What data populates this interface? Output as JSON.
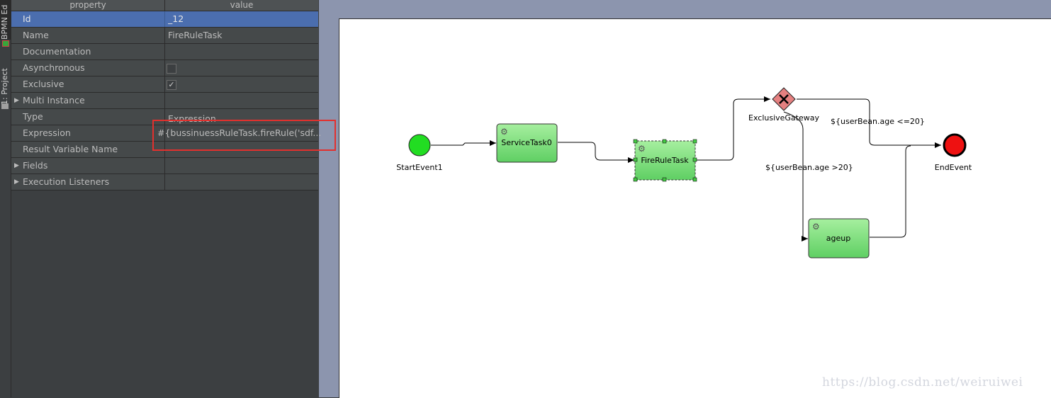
{
  "sidebar": {
    "tabs": [
      {
        "label": "BPMN Ed"
      },
      {
        "label": "1: Project"
      }
    ]
  },
  "properties": {
    "headers": [
      "property",
      "value"
    ],
    "rows": [
      {
        "name": "Id",
        "value": "_12"
      },
      {
        "name": "Name",
        "value": "FireRuleTask"
      },
      {
        "name": "Documentation",
        "value": ""
      },
      {
        "name": "Asynchronous",
        "checked": false
      },
      {
        "name": "Exclusive",
        "checked": true,
        "check_mark": "✓"
      },
      {
        "name": "Multi Instance",
        "expandable": true
      },
      {
        "name": "Type",
        "value": "Expression"
      },
      {
        "name": "Expression",
        "value": "#{bussinuessRuleTask.fireRule('sdf..."
      },
      {
        "name": "Result Variable Name",
        "value": ""
      },
      {
        "name": "Fields",
        "expandable": true
      },
      {
        "name": "Execution Listeners",
        "expandable": true
      }
    ],
    "expander_glyph": "▶",
    "highlight_color": "#e3302d"
  },
  "diagram": {
    "start_event": "StartEvent1",
    "service_task": "ServiceTask0",
    "rule_task": "FireRuleTask",
    "gateway": "ExclusiveGateway",
    "ageup_task": "ageup",
    "end_event": "EndEvent",
    "condition_le": "${userBean.age <=20}",
    "condition_gt": "${userBean.age >20}",
    "gear_icon": "⚙",
    "colors": {
      "task_fill": "#76d975",
      "start_fill": "#22dd22",
      "end_fill": "#ee1111",
      "gateway_fill": "#e58080"
    }
  },
  "watermark": "https://blog.csdn.net/weiruiwei"
}
